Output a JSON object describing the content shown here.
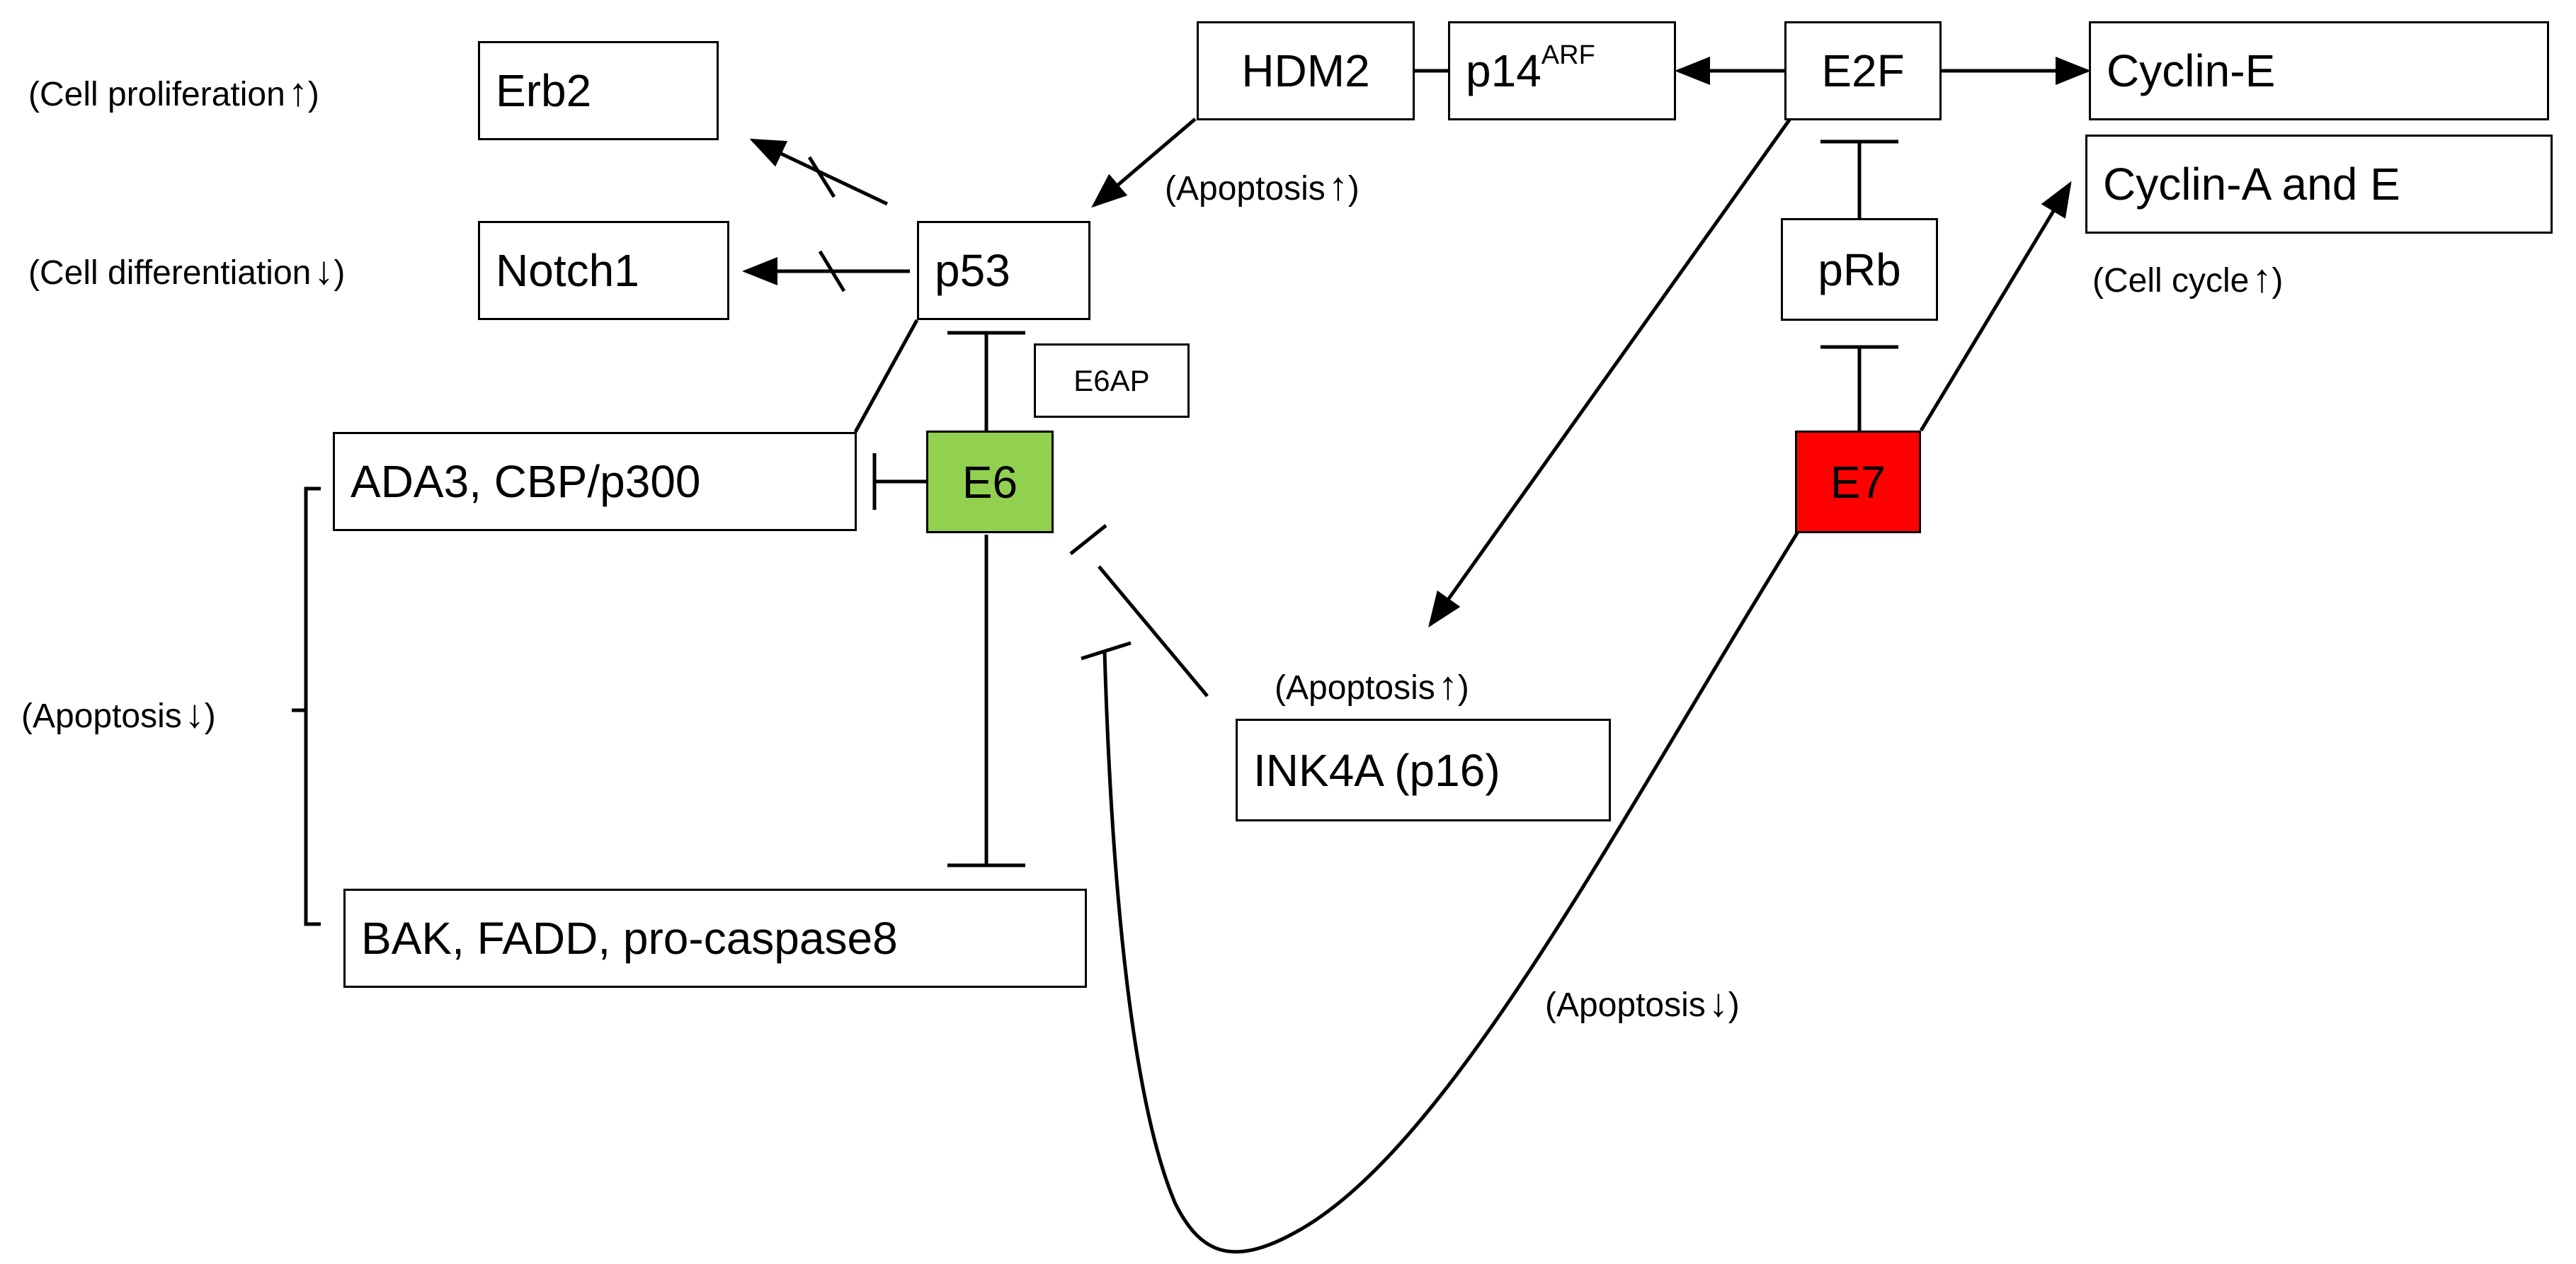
{
  "colors": {
    "e6_fill": "#92d050",
    "e7_fill": "#ff0000",
    "line": "#000000",
    "background": "#ffffff"
  },
  "nodes": {
    "erb2": "Erb2",
    "notch1": "Notch1",
    "p53": "p53",
    "e6ap": "E6AP",
    "ada3_cbp": "ADA3, CBP/p300",
    "e6": "E6",
    "bak_fadd": "BAK, FADD, pro-caspase8",
    "hdm2": "HDM2",
    "p14_main": "p14",
    "p14_sup": "ARF",
    "e2f": "E2F",
    "cyclin_e": "Cyclin-E",
    "cyclin_ae": "Cyclin-A and E",
    "prb": "pRb",
    "e7": "E7",
    "ink4a": "INK4A (p16)"
  },
  "notes": {
    "cell_proliferation": "(Cell proliferation",
    "cell_differentiation": "(Cell differentiation",
    "apoptosis_hdm2": "(Apoptosis",
    "cell_cycle": "(Cell cycle",
    "apoptosis_ink4a": "(Apoptosis",
    "apoptosis_left": "(Apoptosis",
    "apoptosis_e7": "(Apoptosis",
    "close_paren": ")",
    "up_arrow": "↑",
    "down_arrow": "↓"
  }
}
